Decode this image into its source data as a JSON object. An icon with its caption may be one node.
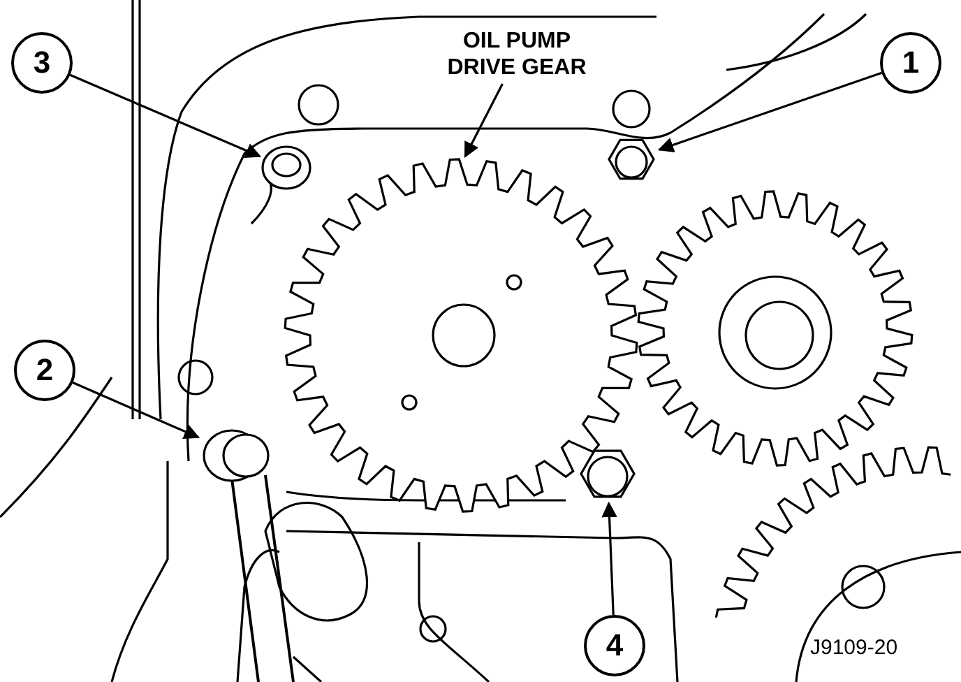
{
  "diagram": {
    "nodes": [
      {
        "text": [
          "3"
        ]
      },
      {
        "text": [
          "1"
        ]
      },
      {
        "text": [
          "2"
        ]
      },
      {
        "text": [
          "4"
        ]
      },
      {
        "text": [
          "OIL PUMP DRIVE GEAR"
        ]
      },
      {
        "text": [],
        "shape": "picture"
      },
      {
        "text": [],
        "shape": "picture"
      },
      {
        "text": [],
        "shape": "picture"
      },
      {
        "text": [],
        "shape": "picture"
      }
    ],
    "edges": [
      {
        "from": 0,
        "to": 5,
        "arrow": "to"
      },
      {
        "from": 1,
        "to": 6,
        "arrow": "to"
      },
      {
        "from": 2,
        "to": 7,
        "arrow": "to"
      },
      {
        "from": 3,
        "to": 8,
        "arrow": "to"
      },
      {
        "from": 4,
        "to": null,
        "arrow": "to"
      }
    ],
    "labels": [
      "J9109-20"
    ]
  }
}
